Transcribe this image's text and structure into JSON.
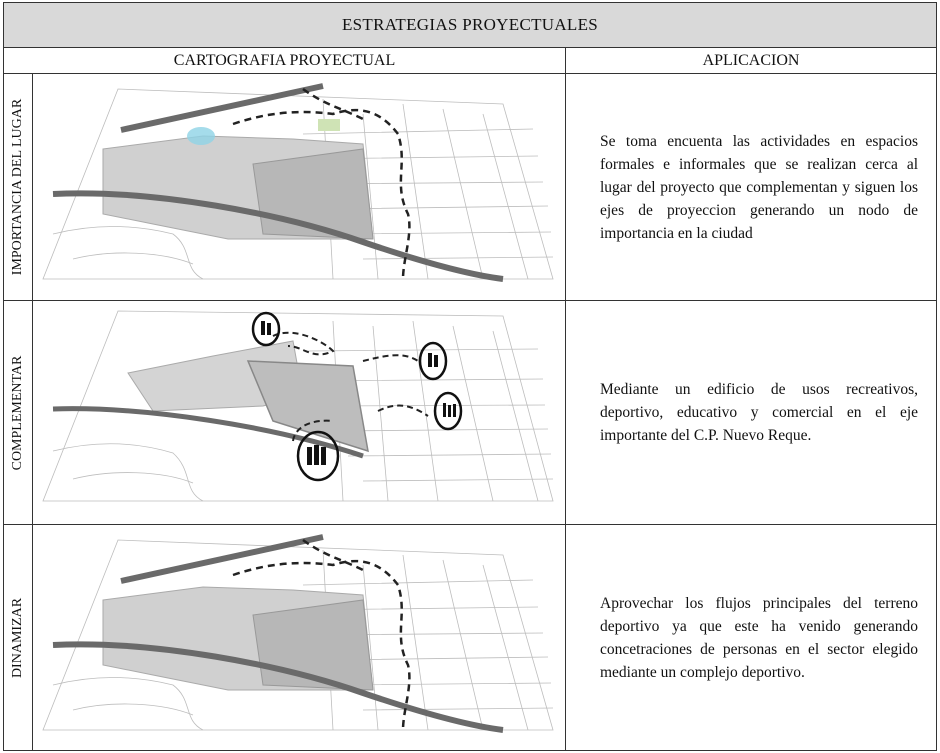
{
  "title": "ESTRATEGIAS PROYECTUALES",
  "columns": {
    "left": "CARTOGRAFIA PROYECTUAL",
    "right": "APLICACION"
  },
  "rows": [
    {
      "label": "IMPORTANCIA DEL LUGAR",
      "text": "Se toma encuenta las actividades en espacios formales e informales que se realizan cerca al lugar del proyecto que complementan y siguen los ejes de proyeccion generando un nodo de importancia en la ciudad"
    },
    {
      "label": "COMPLEMENTAR",
      "text": "Mediante un edificio de usos recreativos, deportivo, educativo y comercial en el eje importante del C.P. Nuevo Reque."
    },
    {
      "label": "DINAMIZAR",
      "text": "Aprovechar los flujos principales del terreno deportivo ya que este ha venido generando concetraciones de personas en el sector elegido mediante un complejo deportivo."
    }
  ],
  "colors": {
    "header_bg": "#d9d9d9",
    "site_gray": "#c8c8c8",
    "road_gray": "#6a6a6a",
    "water_blue": "#8fd3e6",
    "park_green": "#cfe3b5"
  }
}
